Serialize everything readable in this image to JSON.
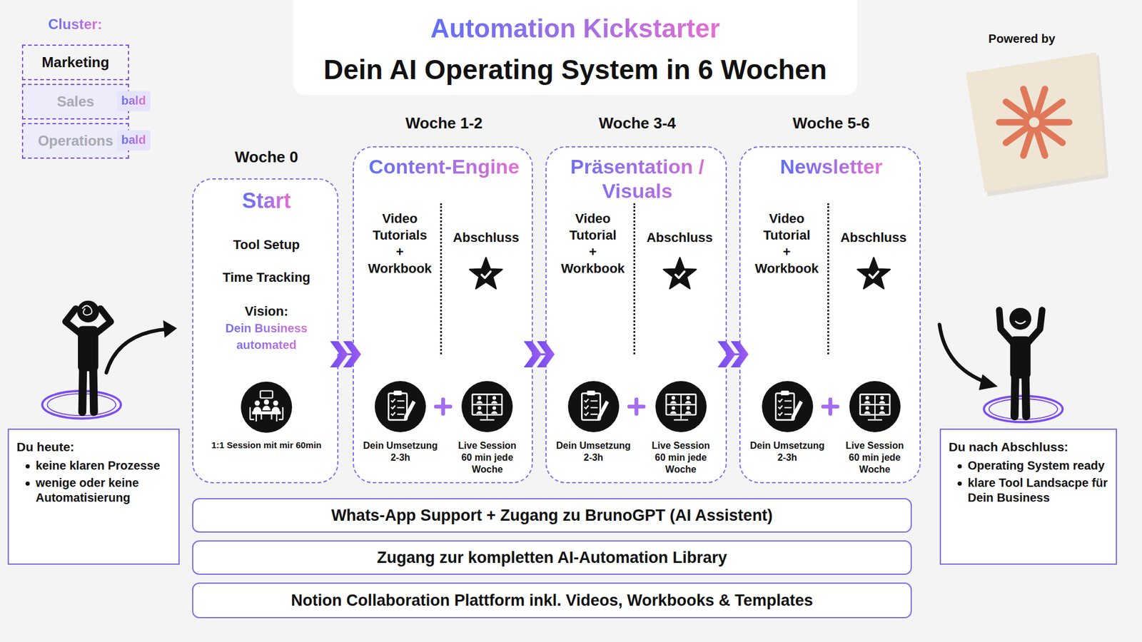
{
  "diagram": {
    "title": "Automation Kickstarter",
    "nodes": [
      {
        "text": [
          "Marketing"
        ]
      },
      {
        "text": [
          "Sales",
          "bald"
        ]
      },
      {
        "text": [
          "Operations",
          "bald"
        ]
      },
      {
        "text": [
          "Woche 0",
          "Start",
          "Tool Setup",
          "Time Tracking",
          "Vision:",
          "Dein Business automated",
          "1:1 Session mit mir 60min"
        ]
      },
      {
        "text": [
          "Woche 1-2",
          "Content-Engine",
          "Video Tutorials + Workbook",
          "Abschluss",
          "Dein Umsetzung 2-3h",
          "Live Session 60 min jede Woche"
        ]
      },
      {
        "text": [
          "Woche 3-4",
          "Präsentation / Visuals",
          "Video Tutorial + Workbook",
          "Abschluss",
          "Dein Umsetzung 2-3h",
          "Live Session 60 min jede Woche"
        ]
      },
      {
        "text": [
          "Woche 5-6",
          "Newsletter",
          "Video Tutorial + Workbook",
          "Abschluss",
          "Dein Umsetzung 2-3h",
          "Live Session 60 min jede Woche"
        ]
      },
      {
        "text": [
          "Du heute:",
          "keine klaren Prozesse",
          "wenige oder keine Automatisierung"
        ]
      },
      {
        "text": [
          "Du nach Abschluss:",
          "Operating System ready",
          "klare Tool Landsacpe für Dein Business"
        ]
      },
      {
        "text": [
          "Whats-App Support + Zugang zu BrunoGPT (AI Assistent)"
        ]
      },
      {
        "text": [
          "Zugang zur kompletten AI-Automation Library"
        ]
      },
      {
        "text": [
          "Notion Collaboration Plattform inkl. Videos, Workbooks & Templates"
        ]
      }
    ],
    "edges": [
      {
        "from": 3,
        "to": 4,
        "arrow": "to"
      },
      {
        "from": 4,
        "to": 5,
        "arrow": "to"
      },
      {
        "from": 5,
        "to": 6,
        "arrow": "to"
      }
    ],
    "labels": [
      "Cluster:",
      "Dein AI Operating System in 6 Wochen",
      "Powered by"
    ]
  }
}
